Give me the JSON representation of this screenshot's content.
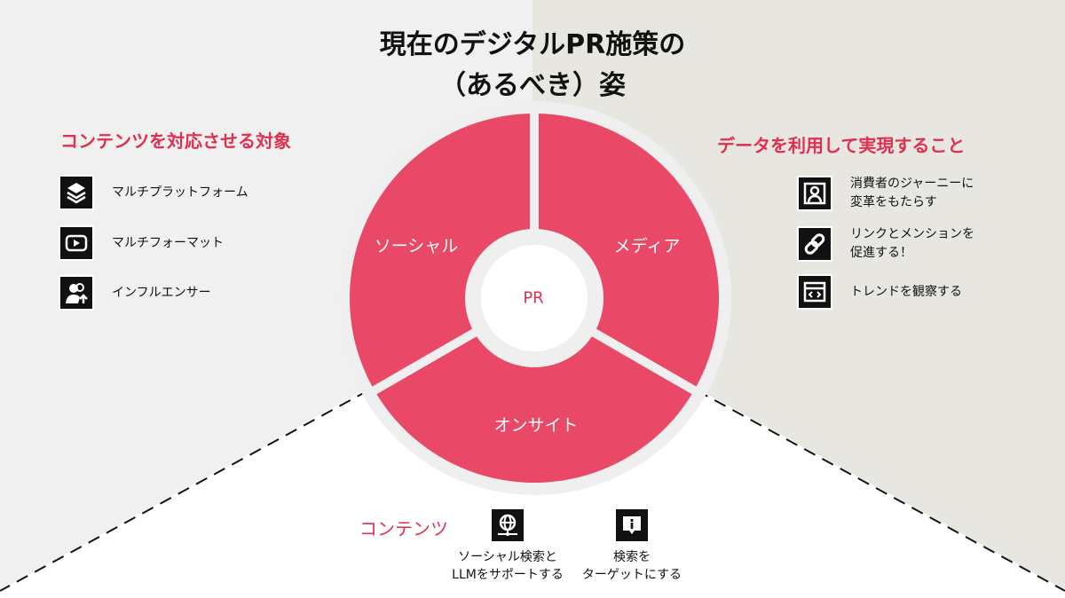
{
  "title": {
    "line1": "現在のデジタルPR施策の",
    "line2": "（あるべき）姿"
  },
  "left_section": {
    "heading": "コンテンツを対応させる対象",
    "items": [
      {
        "icon": "layers-icon",
        "label": "マルチプラットフォーム"
      },
      {
        "icon": "video-play-icon",
        "label": "マルチフォーマット"
      },
      {
        "icon": "influencer-icon",
        "label": "インフルエンサー"
      }
    ]
  },
  "right_section": {
    "heading": "データを利用して実現すること",
    "items": [
      {
        "icon": "user-profile-icon",
        "line1": "消費者のジャーニーに",
        "line2": "変革をもたらす"
      },
      {
        "icon": "link-icon",
        "line1": "リンクとメンションを",
        "line2": "促進する！"
      },
      {
        "icon": "code-window-icon",
        "line1": "トレンドを観察する",
        "line2": ""
      }
    ]
  },
  "wheel": {
    "center": "PR",
    "segments": [
      {
        "label": "メディア"
      },
      {
        "label": "オンサイト"
      },
      {
        "label": "ソーシャル"
      }
    ]
  },
  "bottom_section": {
    "heading": "コンテンツ",
    "items": [
      {
        "icon": "globe-network-icon",
        "line1": "ソーシャル検索と",
        "line2": "LLMをサポートする"
      },
      {
        "icon": "info-pin-icon",
        "line1": "検索を",
        "line2": "ターゲットにする"
      }
    ]
  },
  "colors": {
    "accent": "#e0304f",
    "segment": "#e94867",
    "left_bg": "#f0f0f0",
    "right_bg": "#e8e6e1"
  }
}
